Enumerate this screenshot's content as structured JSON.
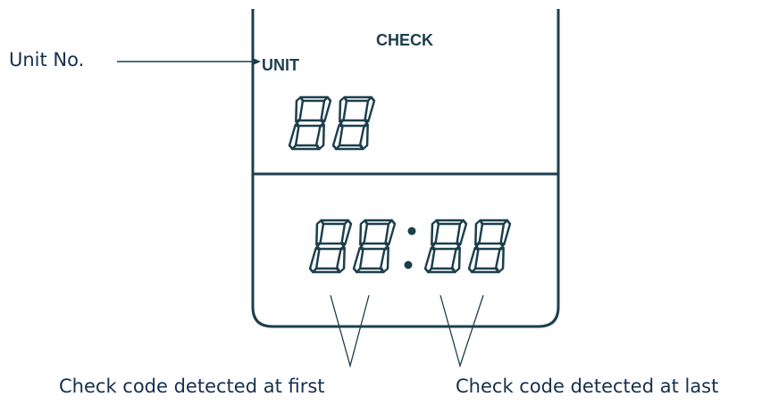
{
  "colors": {
    "ink": "#1c3f4c",
    "caption": "#15304d",
    "background": "#ffffff"
  },
  "panel": {
    "check_label": "CHECK",
    "unit_label": "UNIT",
    "unit_number_digits": "88",
    "check_code_first_digits": "88",
    "check_code_separator": ":",
    "check_code_last_digits": "88"
  },
  "annotations": {
    "unit_number": "Unit No.",
    "first_code": "Check code detected at first",
    "last_code": "Check code detected at last"
  }
}
